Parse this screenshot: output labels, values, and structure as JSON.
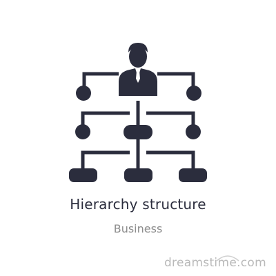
{
  "icon": {
    "name": "hierarchy-structure-icon",
    "color": "#2b2d3d"
  },
  "caption": {
    "title": "Hierarchy structure",
    "category": "Business"
  },
  "watermark": {
    "text": "dreamstime.com"
  },
  "colors": {
    "background": "#ffffff",
    "icon": "#2b2d3d",
    "subtitle": "#8c8c8c",
    "watermark": "#b9b9b9"
  }
}
